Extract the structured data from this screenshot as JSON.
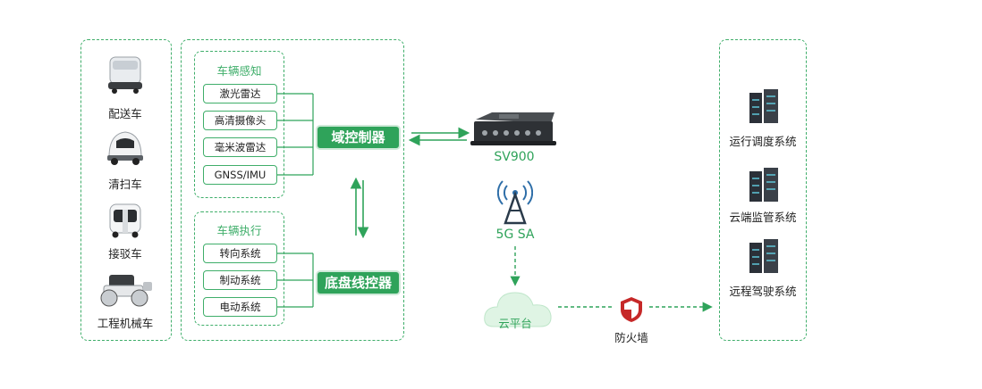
{
  "vehicles": {
    "delivery": "配送车",
    "sweeper": "清扫车",
    "shuttle": "接驳车",
    "machinery": "工程机械车"
  },
  "perception": {
    "title": "车辆感知",
    "items": [
      "激光雷达",
      "高清摄像头",
      "毫米波雷达",
      "GNSS/IMU"
    ]
  },
  "execution": {
    "title": "车辆执行",
    "items": [
      "转向系统",
      "制动系统",
      "电动系统"
    ]
  },
  "controllers": {
    "domain": "域控制器",
    "chassis": "底盘线控器"
  },
  "gateway": {
    "label": "SV900"
  },
  "network": {
    "label": "5G SA"
  },
  "cloud": {
    "label": "云平台"
  },
  "firewall": {
    "label": "防火墙"
  },
  "systems": {
    "items": [
      "运行调度系统",
      "云端监管系统",
      "远程驾驶系统"
    ]
  },
  "colors": {
    "accent": "#2fa35a",
    "dash": "#3fae6a"
  }
}
